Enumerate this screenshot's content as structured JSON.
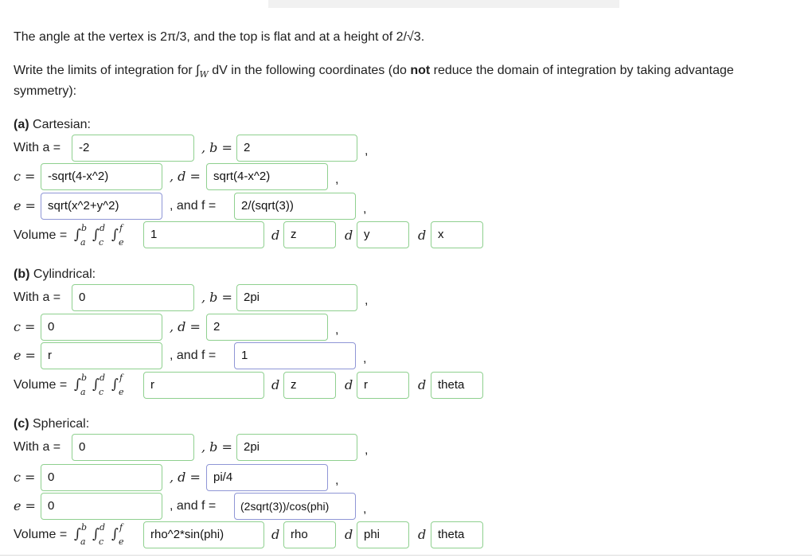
{
  "problem": {
    "line1": "The angle at the vertex is 2π/3, and the top is flat and at a height of 2/√3.",
    "line2_pre": "Write the limits of integration for ∫",
    "line2_sub": "W",
    "line2_mid": " dV in the following coordinates (do ",
    "line2_bold": "not",
    "line2_post": " reduce the domain of integration by taking advantage",
    "line3": "symmetry):"
  },
  "labels": {
    "with_a": "With a =",
    "b_eq": ", b =",
    "c_eq": "c =",
    "d_eq": ", d =",
    "e_eq": "e =",
    "and_f": ", and f =",
    "comma": ",",
    "volume": "Volume =",
    "d": "d",
    "int_b": "b",
    "int_a": "a",
    "int_d": "d",
    "int_c": "c",
    "int_f": "f",
    "int_e": "e"
  },
  "sections": {
    "a": {
      "title_bold": "(a)",
      "title_rest": " Cartesian:",
      "a": "-2",
      "b": "2",
      "c": "-sqrt(4-x^2)",
      "d": "sqrt(4-x^2)",
      "e": "sqrt(x^2+y^2)",
      "f": "2/(sqrt(3))",
      "integrand": "1",
      "d1": "z",
      "d2": "y",
      "d3": "x"
    },
    "b": {
      "title_bold": "(b)",
      "title_rest": " Cylindrical:",
      "a": "0",
      "b": "2pi",
      "c": "0",
      "d": "2",
      "e": "r",
      "f": "1",
      "integrand": "r",
      "d1": "z",
      "d2": "r",
      "d3": "theta"
    },
    "c": {
      "title_bold": "(c)",
      "title_rest": " Spherical:",
      "a": "0",
      "b": "2pi",
      "c": "0",
      "d": "pi/4",
      "e": "0",
      "f": "(2sqrt(3))/cos(phi)",
      "integrand": "rho^2*sin(phi)",
      "d1": "rho",
      "d2": "phi",
      "d3": "theta"
    }
  },
  "colors": {
    "box_border": "#8fd08f",
    "box_focus": "#8f96d6"
  }
}
